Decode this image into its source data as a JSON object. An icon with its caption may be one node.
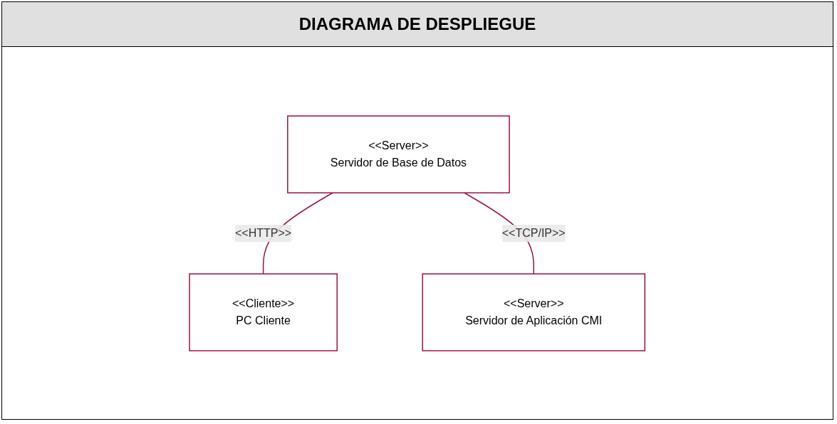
{
  "diagram": {
    "title": "DIAGRAMA DE DESPLIEGUE",
    "nodes": [
      {
        "text": [
          "<<Server>>",
          "Servidor de Base de Datos"
        ]
      },
      {
        "text": [
          "<<Cliente>>",
          "PC Cliente"
        ]
      },
      {
        "text": [
          "<<Server>>",
          "Servidor de Aplicación CMI"
        ]
      }
    ],
    "edges": [
      {
        "from": 0,
        "to": 1,
        "arrow": "none",
        "label": "<<HTTP>>"
      },
      {
        "from": 0,
        "to": 2,
        "arrow": "none",
        "label": "<<TCP/IP>>"
      }
    ]
  }
}
